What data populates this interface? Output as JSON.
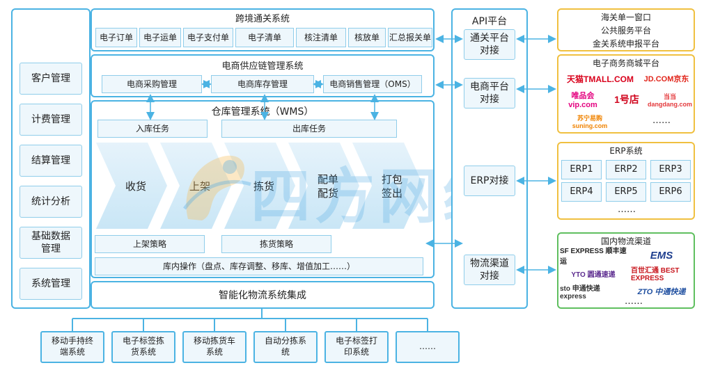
{
  "left_menu": [
    "客户管理",
    "计费管理",
    "结算管理",
    "统计分析",
    "基础数据\n管理",
    "系统管理"
  ],
  "cross_border": {
    "title": "跨境通关系统",
    "items": [
      "电子订单",
      "电子运单",
      "电子支付单",
      "电子清单",
      "核注清单",
      "核放单",
      "汇总报关单"
    ]
  },
  "supply_chain": {
    "title": "电商供应链管理系统",
    "items": [
      "电商采购管理",
      "电商库存管理",
      "电商销售管理（OMS）"
    ]
  },
  "wms": {
    "title": "仓库管理系统（WMS）",
    "in_task": "入库任务",
    "out_task": "出库任务",
    "flow": [
      "收货",
      "上架",
      "拣货",
      "配单\n配货",
      "打包\n签出"
    ],
    "shelf_strategy": "上架策略",
    "pick_strategy": "拣货策略",
    "inner_ops": "库内操作（盘点、库存调整、移库、增值加工……）"
  },
  "integration": "智能化物流系统集成",
  "devices": [
    "移动手持终\n端系统",
    "电子标签拣\n货系统",
    "移动拣货车\n系统",
    "自动分拣系\n统",
    "电子标签打\n印系统",
    "……"
  ],
  "api": {
    "title": "API平台",
    "items": [
      "通关平台\n对接",
      "电商平台\n对接",
      "ERP对接",
      "物流渠道\n对接"
    ]
  },
  "customs": [
    "海关单一窗口",
    "公共服务平台",
    "金关系统申报平台"
  ],
  "mall": {
    "title": "电子商务商城平台",
    "logos": [
      "天猫TMALL.COM",
      "JD.COM京东",
      "唯品会 vip.com",
      "1号店",
      "当当 dangdang.com",
      "苏宁易购 suning.com"
    ],
    "more": "……"
  },
  "erp": {
    "title": "ERP系统",
    "items": [
      "ERP1",
      "ERP2",
      "ERP3",
      "ERP4",
      "ERP5",
      "ERP6"
    ],
    "more": "……"
  },
  "logistics": {
    "title": "国内物流渠道",
    "logos": [
      "SF EXPRESS 顺丰速运",
      "EMS",
      "YTO 圆通速递",
      "百世汇通 BEST EXPRESS",
      "sto 申通快递 express",
      "ZTO 中通快递"
    ],
    "more": "……"
  },
  "watermark": "四方网络",
  "colors": {
    "frame": "#4bb3e3",
    "cell_bg": "#eef7fc",
    "orange": "#f0c040",
    "green": "#5fbf5f"
  }
}
